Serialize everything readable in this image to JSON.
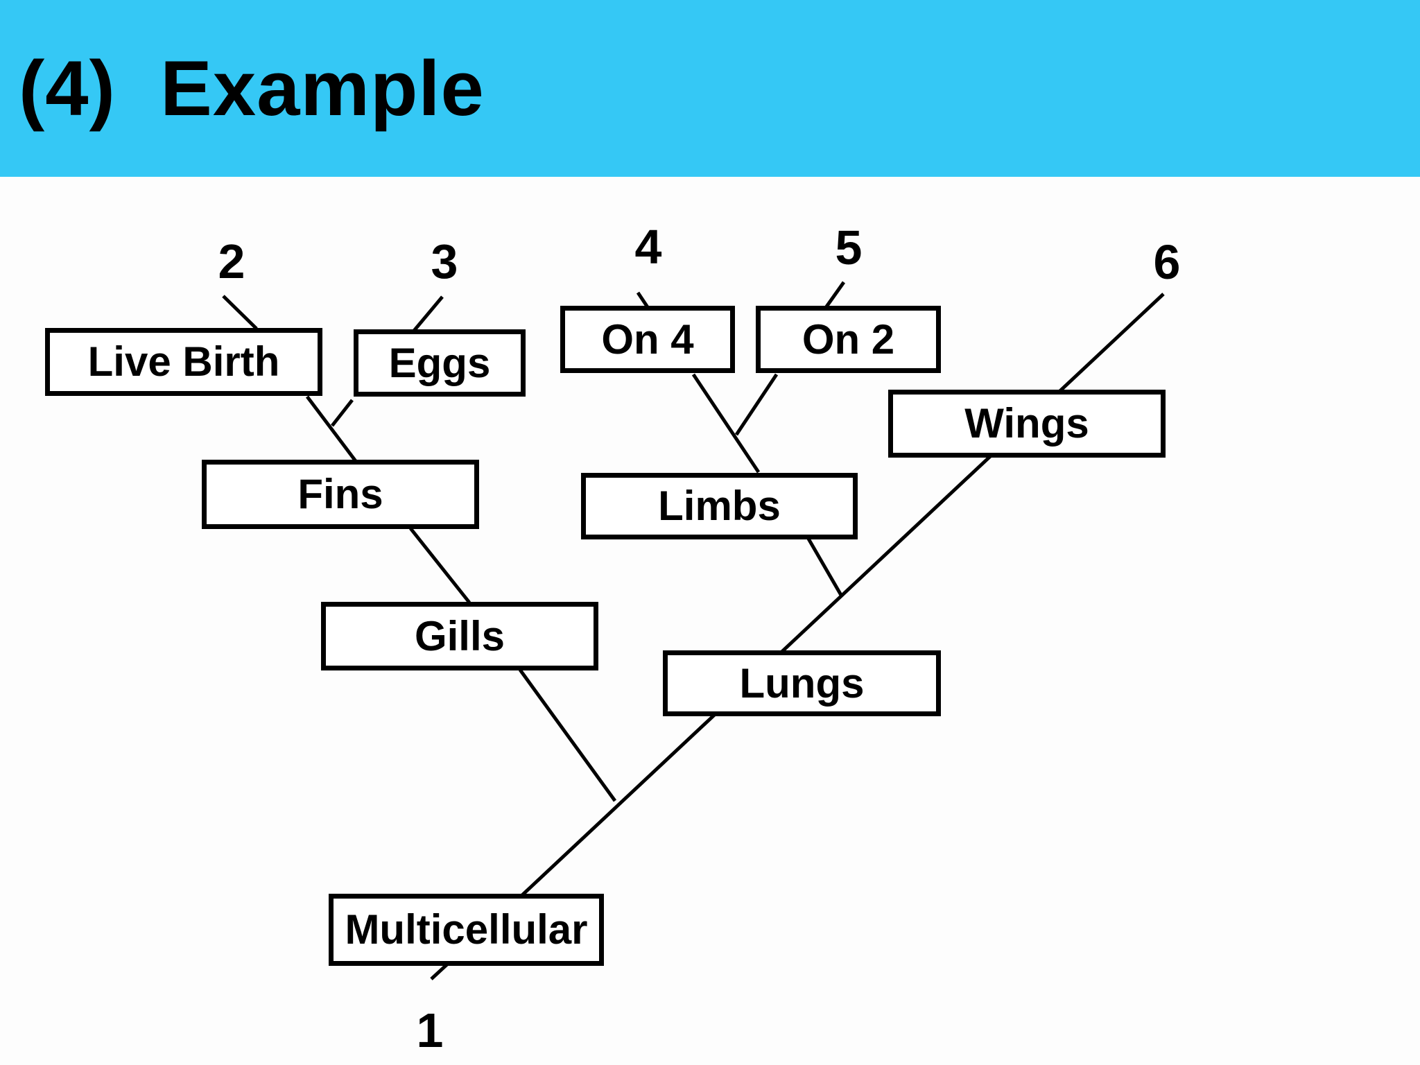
{
  "slide": {
    "title": "(4)  Example",
    "colors": {
      "header_bg": "#35c8f5",
      "line": "#000000",
      "box_fill": "#ffffff",
      "text": "#000000"
    }
  },
  "tree": {
    "trait_boxes": [
      {
        "id": "live-birth",
        "label": "Live Birth"
      },
      {
        "id": "eggs",
        "label": "Eggs"
      },
      {
        "id": "on-4",
        "label": "On 4"
      },
      {
        "id": "on-2",
        "label": "On 2"
      },
      {
        "id": "wings",
        "label": "Wings"
      },
      {
        "id": "fins",
        "label": "Fins"
      },
      {
        "id": "limbs",
        "label": "Limbs"
      },
      {
        "id": "gills",
        "label": "Gills"
      },
      {
        "id": "lungs",
        "label": "Lungs"
      },
      {
        "id": "multicellular",
        "label": "Multicellular"
      }
    ],
    "tip_labels": [
      {
        "id": "1",
        "label": "1"
      },
      {
        "id": "2",
        "label": "2"
      },
      {
        "id": "3",
        "label": "3"
      },
      {
        "id": "4",
        "label": "4"
      },
      {
        "id": "5",
        "label": "5"
      },
      {
        "id": "6",
        "label": "6"
      }
    ]
  }
}
